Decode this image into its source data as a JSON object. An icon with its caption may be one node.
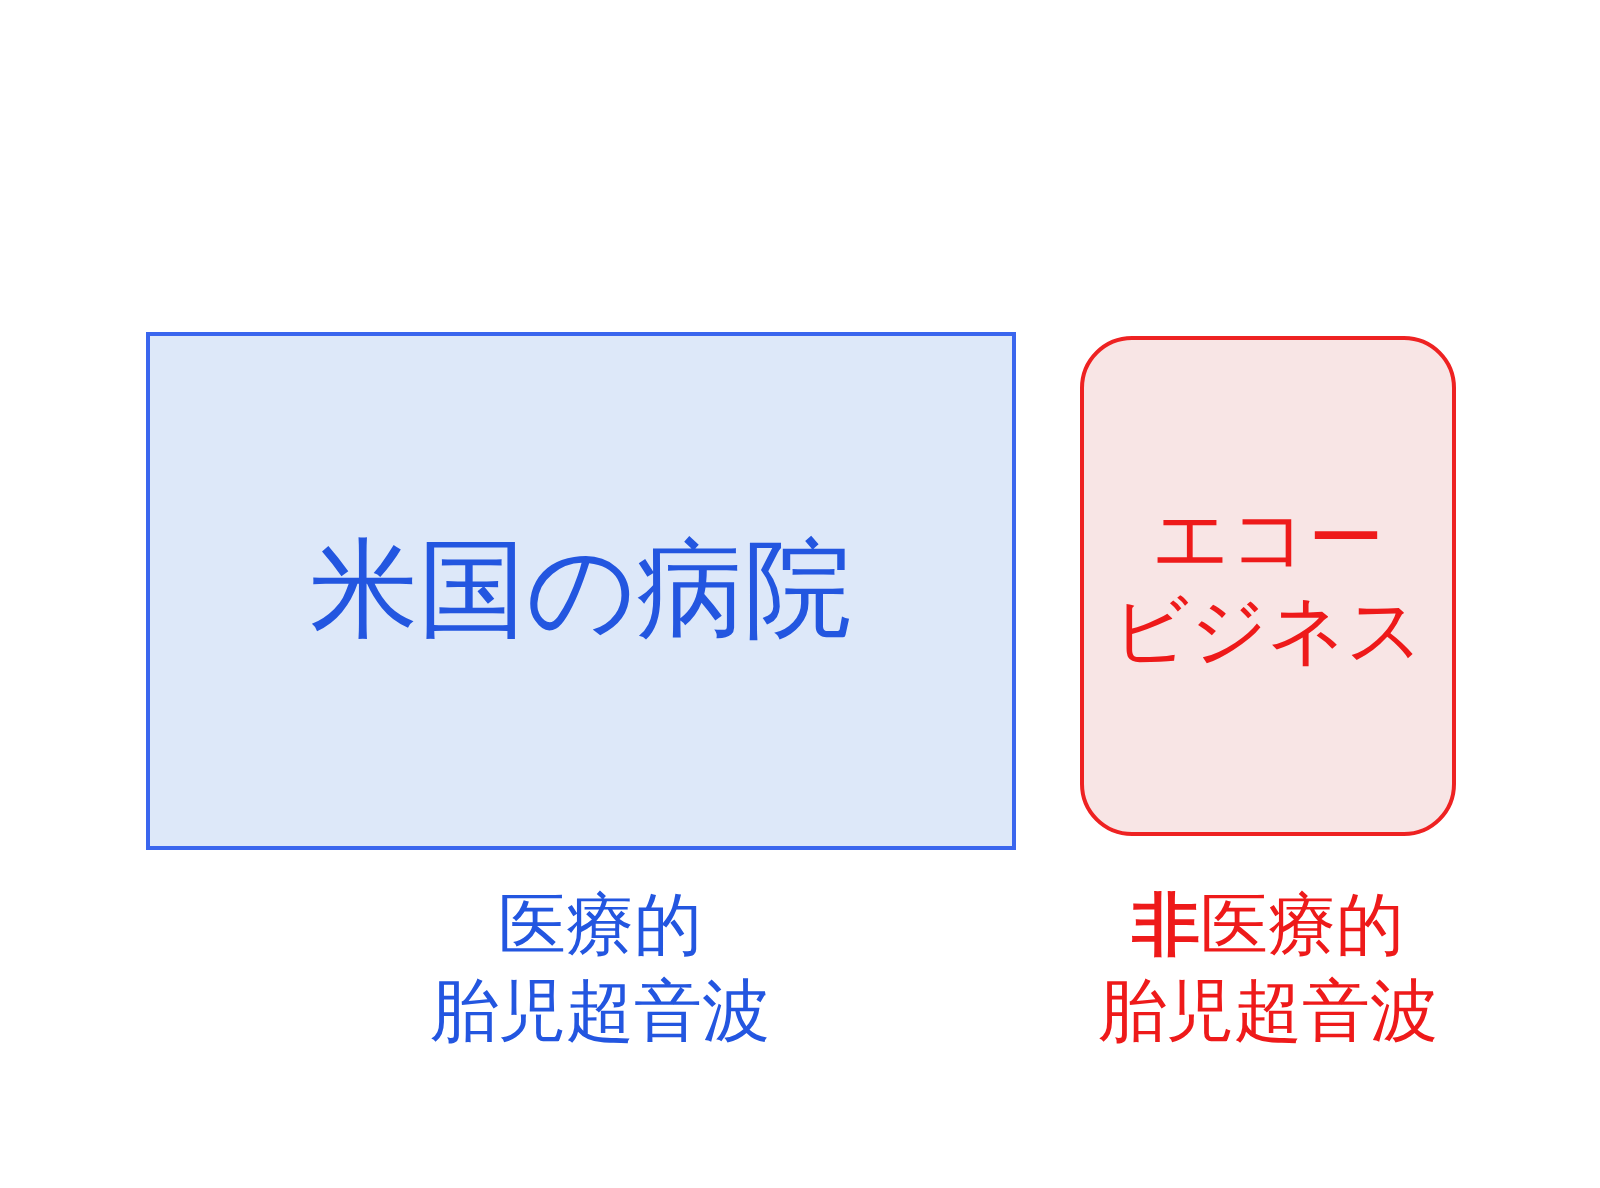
{
  "diagram": {
    "nodes": [
      {
        "text": [
          "米国の病院"
        ],
        "beside": [
          "医療的",
          "胎児超音波"
        ]
      },
      {
        "text": [
          "エコー",
          "ビジネス"
        ],
        "beside": [
          "**非**医療的",
          "胎児超音波"
        ]
      }
    ]
  }
}
